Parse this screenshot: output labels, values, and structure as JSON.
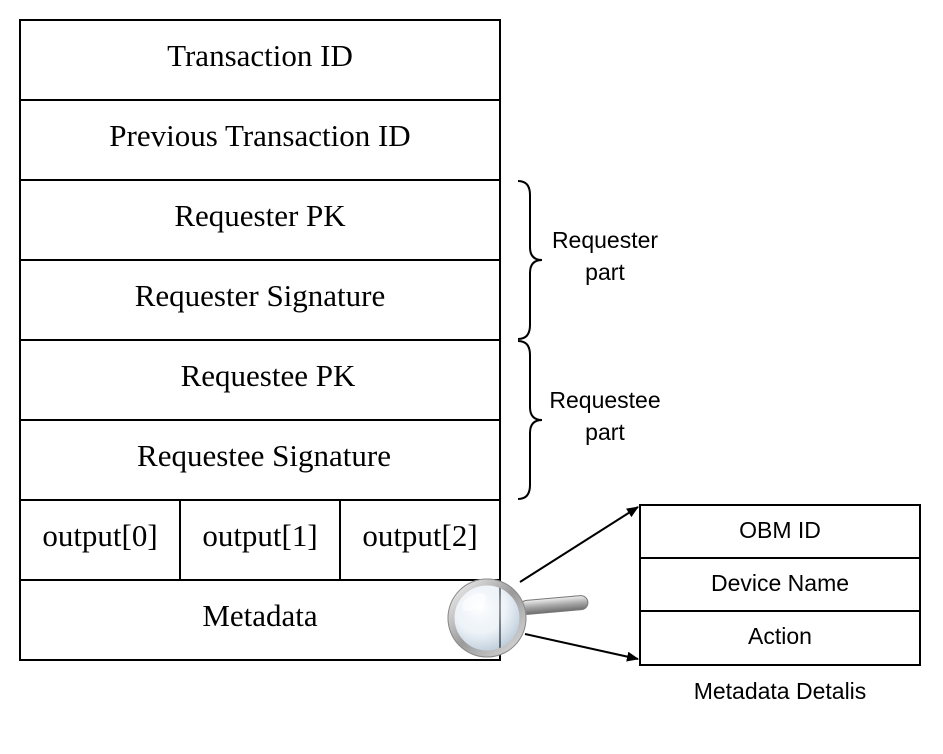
{
  "transaction": {
    "rows": [
      "Transaction ID",
      "Previous Transaction ID",
      "Requester PK",
      "Requester Signature",
      "Requestee PK",
      "Requestee Signature"
    ],
    "outputs": [
      "output[0]",
      "output[1]",
      "output[2]"
    ],
    "metadata": "Metadata"
  },
  "braces": {
    "requester": [
      "Requester",
      "part"
    ],
    "requestee": [
      "Requestee",
      "part"
    ]
  },
  "metadata_details": {
    "fields": [
      "OBM ID",
      "Device Name",
      "Action"
    ],
    "caption": "Metadata Detalis"
  },
  "icons": {
    "magnifier": "magnifying-glass-icon"
  }
}
